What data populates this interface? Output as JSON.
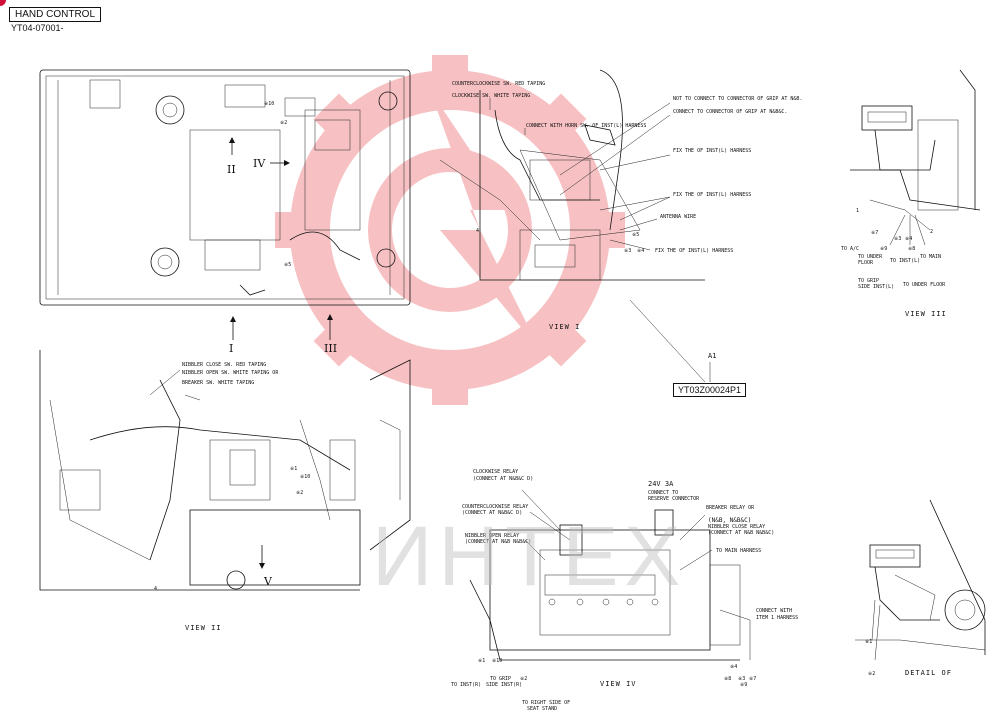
{
  "header": {
    "title": "HAND CONTROL",
    "code": "YT04-07001-"
  },
  "part_number": "YT03Z00024P1",
  "part_ref": "A1",
  "watermark": {
    "text": "ИНТЕХ",
    "color": "#e8474c"
  },
  "views": {
    "view_i": "VIEW I",
    "view_ii": "VIEW II",
    "view_iii": "VIEW III",
    "view_iv": "VIEW IV",
    "detail": "DETAIL OF"
  },
  "roman": {
    "i": "I",
    "ii": "II",
    "iii": "III",
    "iv": "IV",
    "v": "V"
  },
  "labels": {
    "ccw_sw": "COUNTERCLOCKWISE SW. RED TAPING",
    "cw_sw": "CLOCKWISE SW. WHITE TAPING",
    "not_connect": "NOT TO CONNECT TO CONNECTOR OF GRIP AT N&B.",
    "connect_grip": "CONNECT TO CONNECTOR OF GRIP AT N&B&C.",
    "connect_horn": "CONNECT WITH HORN SW. OF INST(L) HARNESS",
    "fix1": "FIX THE OF INST(L) HARNESS",
    "fix2": "FIX THE OF INST(L) HARNESS",
    "antenna": "ANTENNA WIRE",
    "fix3": "FIX THE OF INST(L) HARNESS",
    "nibbler_close": "NIBBLER CLOSE SW. RED TAPING",
    "nibbler_open": "NIBBLER OPEN SW. WHITE TAPING OR",
    "breaker_sw": "BREAKER SW. WHITE TAPING",
    "cw_relay": "CLOCKWISE RELAY",
    "cw_relay2": "(CONNECT AT N&B&C D)",
    "ccw_relay": "COUNTERCLOCKWISE RELAY",
    "ccw_relay2": "(CONNECT AT N&B&C D)",
    "nib_open_relay": "NIBBLER OPEN RELAY",
    "nib_open_relay2": "(CONNECT AT N&B N&B&C)",
    "v24": "24V 3A",
    "reserve": "CONNECT TO",
    "reserve2": "RESERVE CONNECTOR",
    "breaker_relay": "BREAKER RELAY OR",
    "nbb": "(N&B, N&B&C)",
    "nib_close_relay": "NIBBLER CLOSE RELAY",
    "nib_close_relay2": "(CONNECT AT N&B N&B&C)",
    "main_harness": "TO MAIN HARNESS",
    "connect_item1": "CONNECT WITH",
    "connect_item1b": "ITEM 1 HARNESS",
    "to_inst": "TO INST(R)",
    "to_grip": "TO GRIP",
    "side_inst": "SIDE INST(R)",
    "to_right": "TO RIGHT SIDE OF",
    "seat_stand": "SEAT STAND",
    "to_ac": "TO A/C",
    "to_under": "TO UNDER",
    "floor": "FLOOR",
    "to_inst_l": "TO INST(L)",
    "to_main": "TO MAIN",
    "to_grip2": "TO GRIP",
    "side_inst_l": "SIDE INST(L)",
    "to_under_floor": "TO UNDER FLOOR"
  },
  "markers": {
    "m1": "1",
    "m2": "2",
    "m3": "3",
    "m4": "4",
    "m5": "5",
    "m7": "7",
    "m8": "8",
    "m9": "9",
    "m10": "10",
    "s1": "※1",
    "s2": "※2",
    "s3": "※3",
    "s4": "※4",
    "s5": "※5",
    "s7": "※7",
    "s8": "※8",
    "s9": "※9",
    "s10": "※10"
  }
}
